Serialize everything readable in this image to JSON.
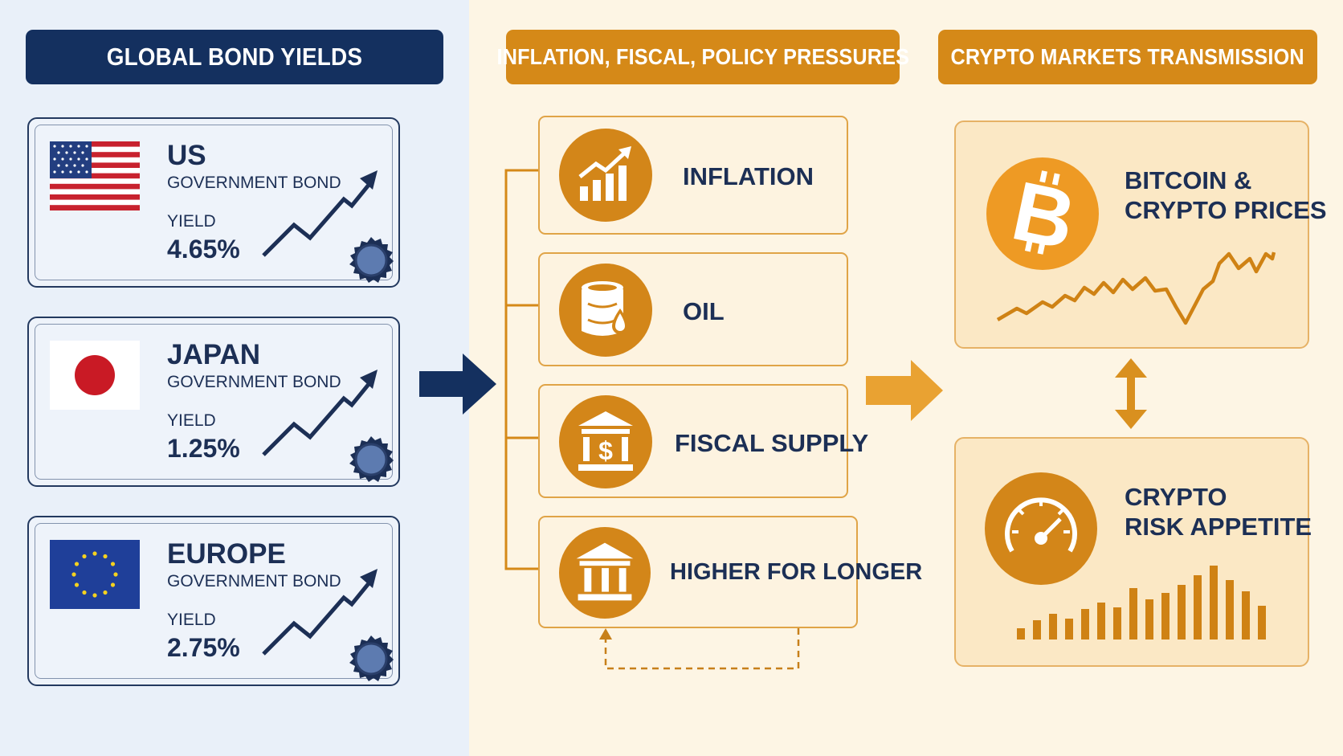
{
  "headers": {
    "left": "GLOBAL BOND YIELDS",
    "middle": "INFLATION, FISCAL, POLICY PRESSURES",
    "right": "CRYPTO MARKETS TRANSMISSION"
  },
  "bonds": [
    {
      "country": "US",
      "subtitle": "GOVERNMENT BOND",
      "yield_label": "YIELD",
      "yield_value": "4.65%",
      "flag_icon": "us-flag-icon"
    },
    {
      "country": "JAPAN",
      "subtitle": "GOVERNMENT BOND",
      "yield_label": "YIELD",
      "yield_value": "1.25%",
      "flag_icon": "japan-flag-icon"
    },
    {
      "country": "EUROPE",
      "subtitle": "GOVERNMENT BOND",
      "yield_label": "YIELD",
      "yield_value": "2.75%",
      "flag_icon": "eu-flag-icon"
    }
  ],
  "pressures": [
    {
      "label": "INFLATION",
      "icon": "rising-bar-chart-icon"
    },
    {
      "label": "OIL",
      "icon": "oil-barrel-icon"
    },
    {
      "label": "FISCAL SUPPLY",
      "icon": "treasury-dollar-icon"
    },
    {
      "label": "HIGHER FOR LONGER",
      "icon": "bank-building-icon"
    }
  ],
  "crypto": {
    "prices": {
      "line1": "BITCOIN &",
      "line2": "CRYPTO PRICES",
      "icon": "bitcoin-icon"
    },
    "risk": {
      "line1": "CRYPTO",
      "line2": "RISK APPETITE",
      "icon": "speedometer-icon"
    }
  },
  "colors": {
    "navy": "#14305f",
    "orange": "#d58918",
    "bitcoin_orange": "#ee9a24",
    "left_bg": "#e9f0f9",
    "right_bg": "#fdf5e4"
  }
}
